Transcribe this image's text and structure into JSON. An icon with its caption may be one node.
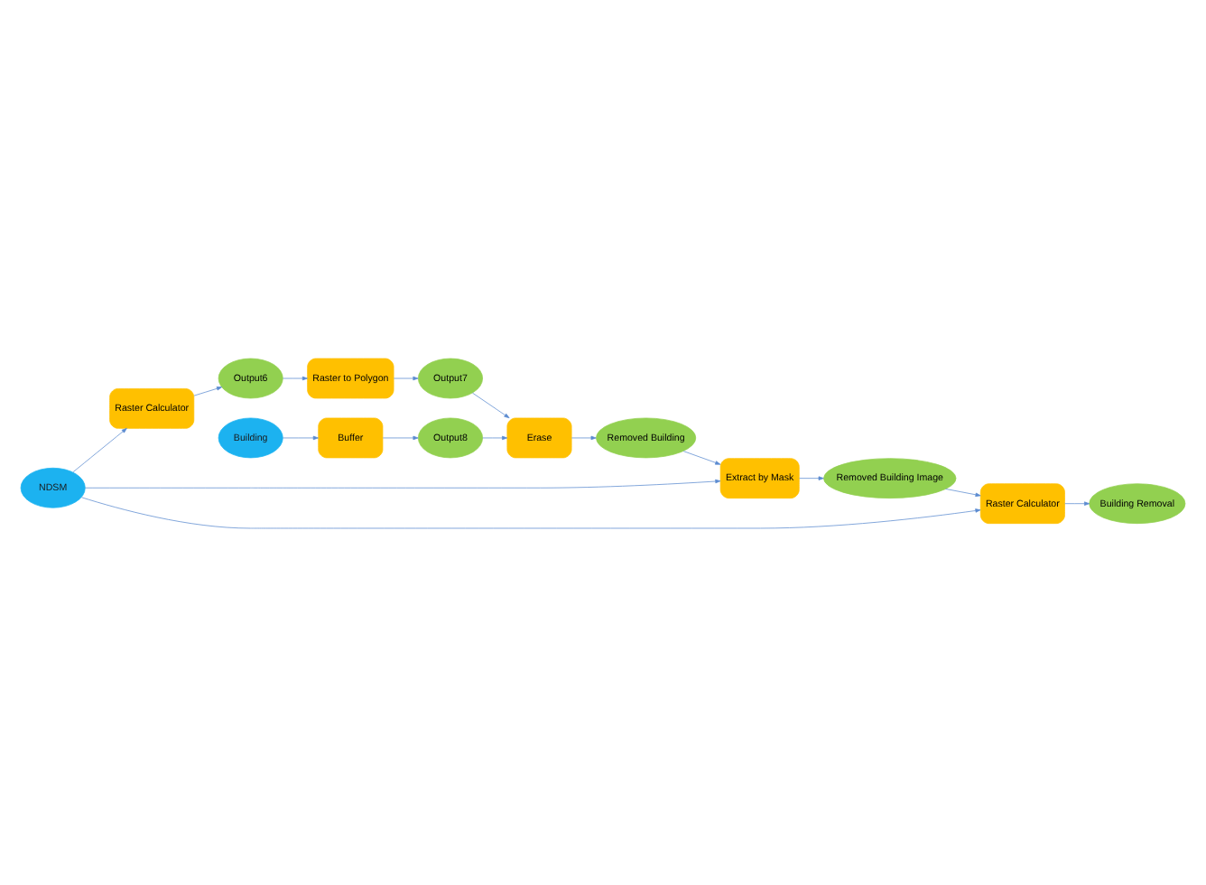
{
  "diagram": {
    "nodes": [
      {
        "text": [
          "NDSM"
        ]
      },
      {
        "text": [
          "Raster Calculator"
        ]
      },
      {
        "text": [
          "Output6"
        ]
      },
      {
        "text": [
          "Raster to Polygon"
        ]
      },
      {
        "text": [
          "Output7"
        ]
      },
      {
        "text": [
          "Building"
        ]
      },
      {
        "text": [
          "Buffer"
        ]
      },
      {
        "text": [
          "Output8"
        ]
      },
      {
        "text": [
          "Erase"
        ]
      },
      {
        "text": [
          "Removed Building"
        ]
      },
      {
        "text": [
          "Extract by Mask"
        ]
      },
      {
        "text": [
          "Removed Building Image"
        ]
      },
      {
        "text": [
          "Raster Calculator"
        ]
      },
      {
        "text": [
          "Building Removal"
        ]
      }
    ],
    "edges": [
      {
        "from": 0,
        "to": 1,
        "arrow": "to"
      },
      {
        "from": 1,
        "to": 2,
        "arrow": "to"
      },
      {
        "from": 2,
        "to": 3,
        "arrow": "to"
      },
      {
        "from": 3,
        "to": 4,
        "arrow": "to"
      },
      {
        "from": 4,
        "to": 8,
        "arrow": "to"
      },
      {
        "from": 5,
        "to": 6,
        "arrow": "to"
      },
      {
        "from": 6,
        "to": 7,
        "arrow": "to"
      },
      {
        "from": 7,
        "to": 8,
        "arrow": "to"
      },
      {
        "from": 8,
        "to": 9,
        "arrow": "to"
      },
      {
        "from": 9,
        "to": 10,
        "arrow": "to"
      },
      {
        "from": 0,
        "to": 10,
        "arrow": "to"
      },
      {
        "from": 10,
        "to": 11,
        "arrow": "to"
      },
      {
        "from": 11,
        "to": 12,
        "arrow": "to"
      },
      {
        "from": 0,
        "to": 12,
        "arrow": "to"
      },
      {
        "from": 12,
        "to": 13,
        "arrow": "to"
      }
    ]
  }
}
